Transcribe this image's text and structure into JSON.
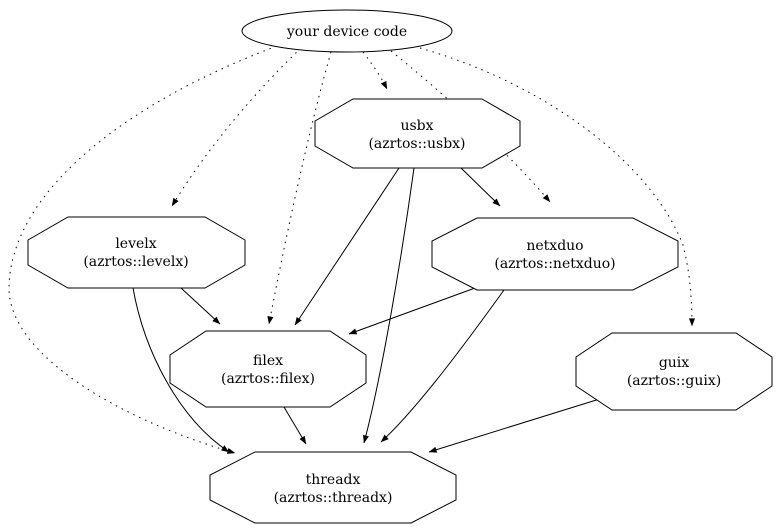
{
  "graph": {
    "background_color": "#ffffff",
    "stroke_color": "#000000",
    "nodes": {
      "device": {
        "label": "your device code",
        "shape": "ellipse"
      },
      "usbx": {
        "name": "usbx",
        "crate": "(azrtos::usbx)",
        "shape": "octagon"
      },
      "levelx": {
        "name": "levelx",
        "crate": "(azrtos::levelx)",
        "shape": "octagon"
      },
      "netxduo": {
        "name": "netxduo",
        "crate": "(azrtos::netxduo)",
        "shape": "octagon"
      },
      "filex": {
        "name": "filex",
        "crate": "(azrtos::filex)",
        "shape": "octagon"
      },
      "guix": {
        "name": "guix",
        "crate": "(azrtos::guix)",
        "shape": "octagon"
      },
      "threadx": {
        "name": "threadx",
        "crate": "(azrtos::threadx)",
        "shape": "octagon"
      }
    },
    "edges": [
      {
        "from": "device",
        "to": "usbx",
        "style": "dotted"
      },
      {
        "from": "device",
        "to": "levelx",
        "style": "dotted"
      },
      {
        "from": "device",
        "to": "filex",
        "style": "dotted"
      },
      {
        "from": "device",
        "to": "netxduo",
        "style": "dotted"
      },
      {
        "from": "device",
        "to": "guix",
        "style": "dotted"
      },
      {
        "from": "device",
        "to": "threadx",
        "style": "dotted"
      },
      {
        "from": "usbx",
        "to": "filex",
        "style": "solid"
      },
      {
        "from": "usbx",
        "to": "netxduo",
        "style": "solid"
      },
      {
        "from": "usbx",
        "to": "threadx",
        "style": "solid"
      },
      {
        "from": "levelx",
        "to": "filex",
        "style": "solid"
      },
      {
        "from": "levelx",
        "to": "threadx",
        "style": "solid"
      },
      {
        "from": "netxduo",
        "to": "filex",
        "style": "solid"
      },
      {
        "from": "netxduo",
        "to": "threadx",
        "style": "solid"
      },
      {
        "from": "filex",
        "to": "threadx",
        "style": "solid"
      },
      {
        "from": "guix",
        "to": "threadx",
        "style": "solid"
      }
    ]
  }
}
